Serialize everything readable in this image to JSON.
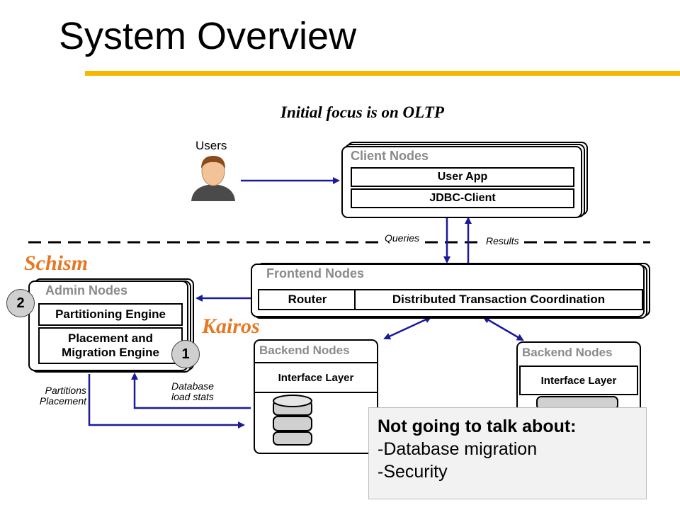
{
  "slide": {
    "title": "System Overview",
    "subtitle": "Initial focus is on OLTP"
  },
  "users": {
    "label": "Users"
  },
  "client_nodes": {
    "title": "Client Nodes",
    "items": [
      "User App",
      "JDBC-Client"
    ]
  },
  "edges": {
    "queries": "Queries",
    "results": "Results",
    "partitions": "Partitions\nPlacement",
    "db_stats": "Database\nload stats"
  },
  "labels": {
    "schism": "Schism",
    "kairos": "Kairos"
  },
  "frontend": {
    "title": "Frontend Nodes",
    "router": "Router",
    "dtc": "Distributed Transaction Coordination"
  },
  "admin": {
    "title": "Admin Nodes",
    "partitioning": "Partitioning Engine",
    "placement": "Placement and\nMigration Engine"
  },
  "badges": {
    "one": "1",
    "two": "2"
  },
  "backend_left": {
    "title": "Backend Nodes",
    "layer": "Interface Layer"
  },
  "backend_right": {
    "title": "Backend Nodes",
    "layer": "Interface Layer"
  },
  "note": {
    "heading": "Not going to talk about:",
    "items": [
      "-Database migration",
      "-Security"
    ]
  },
  "colors": {
    "accent": "#F5B800",
    "orange_label": "#E87722",
    "arrow": "#1a1a9a"
  }
}
